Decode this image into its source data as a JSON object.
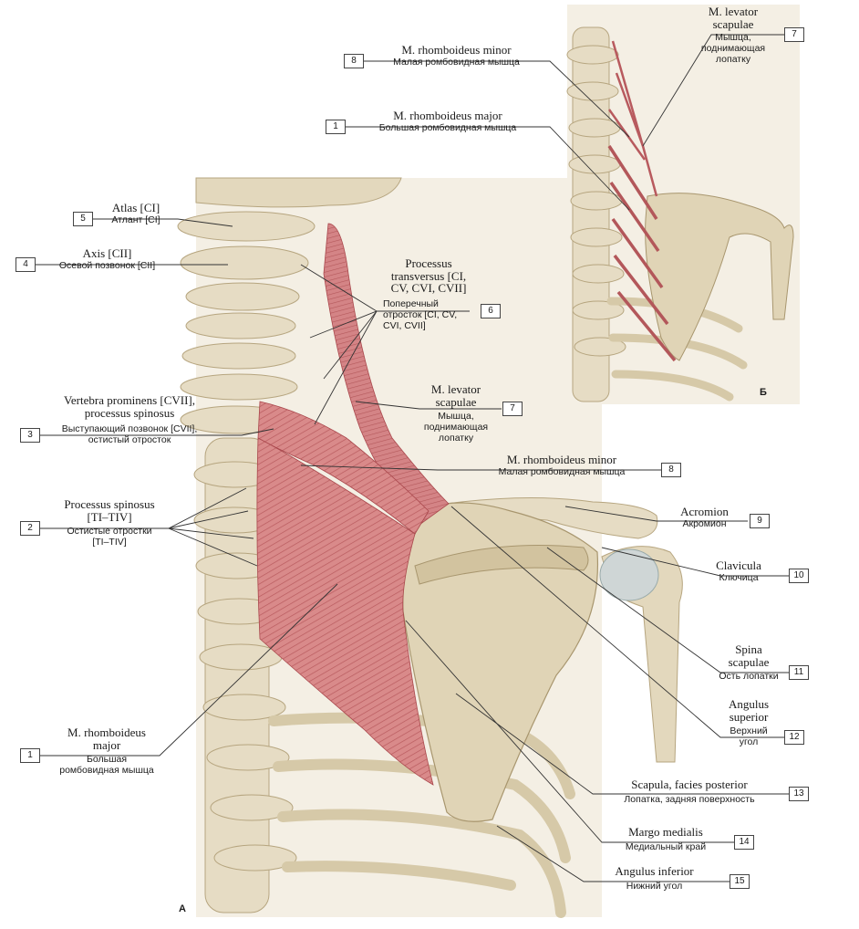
{
  "panels": {
    "main": "A",
    "inset": "Б"
  },
  "labels": {
    "l1_inset": {
      "number": "1",
      "latin": "M. rhomboideus major",
      "russian": "Большая ромбовидная мышца"
    },
    "l8_inset": {
      "number": "8",
      "latin": "M. rhomboideus minor",
      "russian": "Малая ромбовидная мышца"
    },
    "l7_inset": {
      "number": "7",
      "latin": "M. levator scapulae",
      "russian": "Мышца, поднимающая лопатку"
    },
    "l5": {
      "number": "5",
      "latin": "Atlas [CI]",
      "russian": "Атлант [CI]"
    },
    "l4": {
      "number": "4",
      "latin": "Axis [CII]",
      "russian": "Осевой позвонок [CII]"
    },
    "l6": {
      "number": "6",
      "latin": "Processus transversus [CI, CV, CVI, CVII]",
      "russian": "Поперечный отросток [CI, CV, CVI, CVII]"
    },
    "l3": {
      "number": "3",
      "latin": "Vertebra prominens [CVII], processus spinosus",
      "russian": "Выступающий позвонок [CVII], остистый отросток"
    },
    "l7": {
      "number": "7",
      "latin": "M. levator scapulae",
      "russian": "Мышца, поднимающая лопатку"
    },
    "l8": {
      "number": "8",
      "latin": "M. rhomboideus minor",
      "russian": "Малая ромбовидная мышца"
    },
    "l2": {
      "number": "2",
      "latin": "Processus spinosus [TI–TIV]",
      "russian": "Остистые отростки [TI–TIV]"
    },
    "l9": {
      "number": "9",
      "latin": "Acromion",
      "russian": "Акромион"
    },
    "l10": {
      "number": "10",
      "latin": "Clavicula",
      "russian": "Ключица"
    },
    "l11": {
      "number": "11",
      "latin": "Spina scapulae",
      "russian": "Ость лопатки"
    },
    "l12": {
      "number": "12",
      "latin": "Angulus superior",
      "russian": "Верхний угол"
    },
    "l1": {
      "number": "1",
      "latin": "M. rhomboideus major",
      "russian": "Большая ромбовидная мышца"
    },
    "l13": {
      "number": "13",
      "latin": "Scapula, facies posterior",
      "russian": "Лопатка, задняя поверхность"
    },
    "l14": {
      "number": "14",
      "latin": "Margo medialis",
      "russian": "Медиальный край"
    },
    "l15": {
      "number": "15",
      "latin": "Angulus inferior",
      "russian": "Нижний угол"
    }
  },
  "colors": {
    "bone": "#e6dcc4",
    "bone_shade": "#c9b995",
    "muscle": "#d98a8a",
    "muscle_dark": "#b85a5e",
    "line": "#333333"
  }
}
